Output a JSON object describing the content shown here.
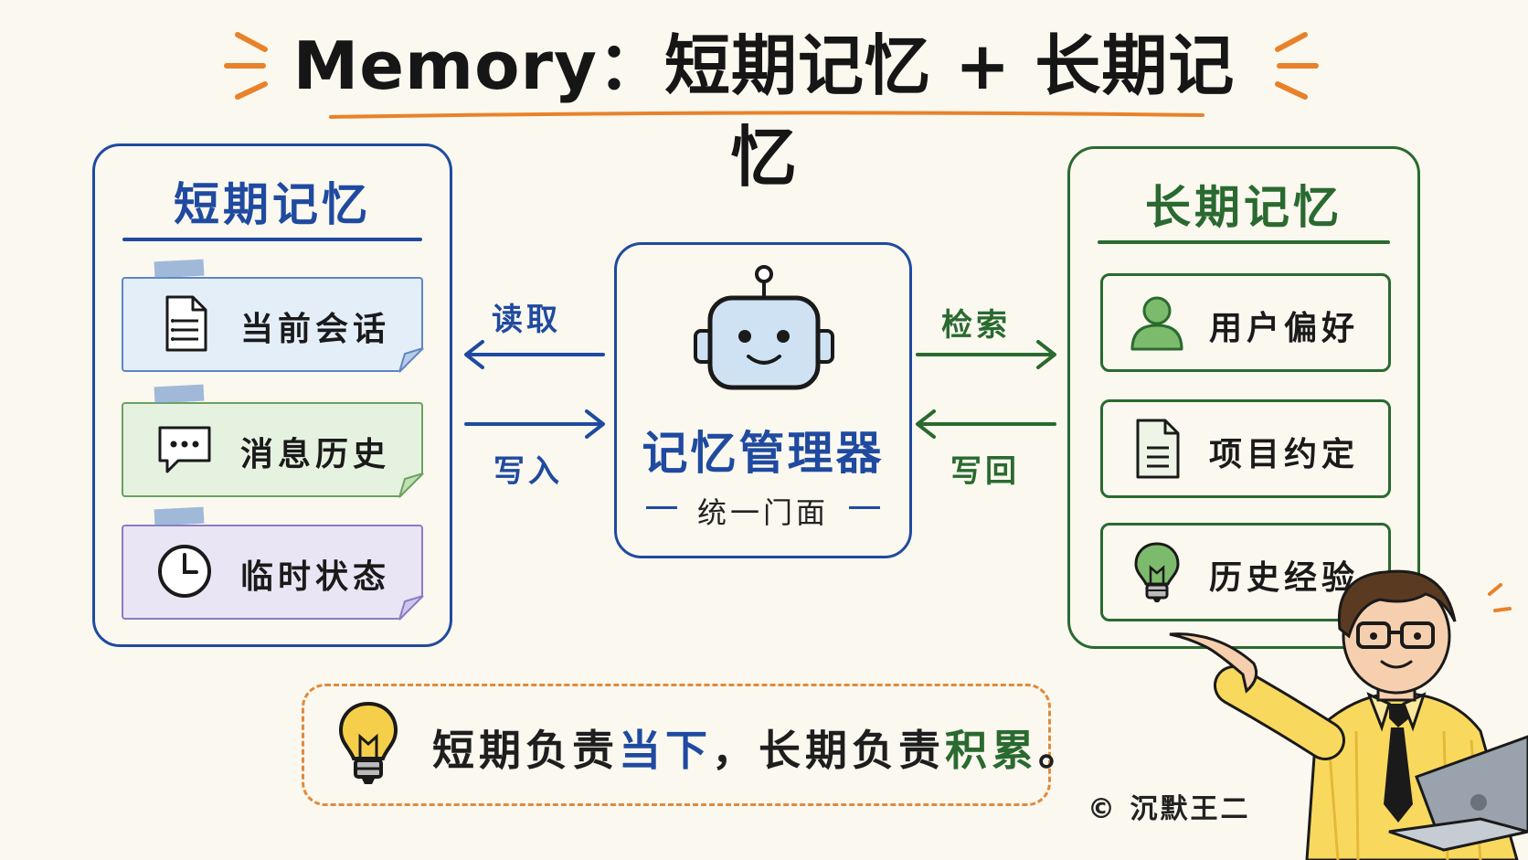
{
  "title": "Memory：短期记忆 + 长期记忆",
  "short_term": {
    "title": "短期记忆",
    "items": [
      {
        "label": "当前会话",
        "icon": "document-icon"
      },
      {
        "label": "消息历史",
        "icon": "chat-bubble-icon"
      },
      {
        "label": "临时状态",
        "icon": "clock-icon"
      }
    ]
  },
  "long_term": {
    "title": "长期记忆",
    "items": [
      {
        "label": "用户偏好",
        "icon": "user-icon"
      },
      {
        "label": "项目约定",
        "icon": "document-icon"
      },
      {
        "label": "历史经验",
        "icon": "lightbulb-icon"
      }
    ]
  },
  "manager": {
    "name": "记忆管理器",
    "subtitle": "统一门面",
    "icon": "robot-icon"
  },
  "arrows": {
    "read": "读取",
    "write": "写入",
    "retrieve": "检索",
    "write_back": "写回"
  },
  "tip": {
    "part1": "短期负责",
    "highlight1": "当下",
    "part2": "，长期负责",
    "highlight2": "积累",
    "part3": "。"
  },
  "credit": "© 沉默王二",
  "colors": {
    "short_term": "#1f4aa0",
    "long_term": "#2a6a30",
    "accent": "#e08a3c",
    "background": "#fbf8ef"
  }
}
